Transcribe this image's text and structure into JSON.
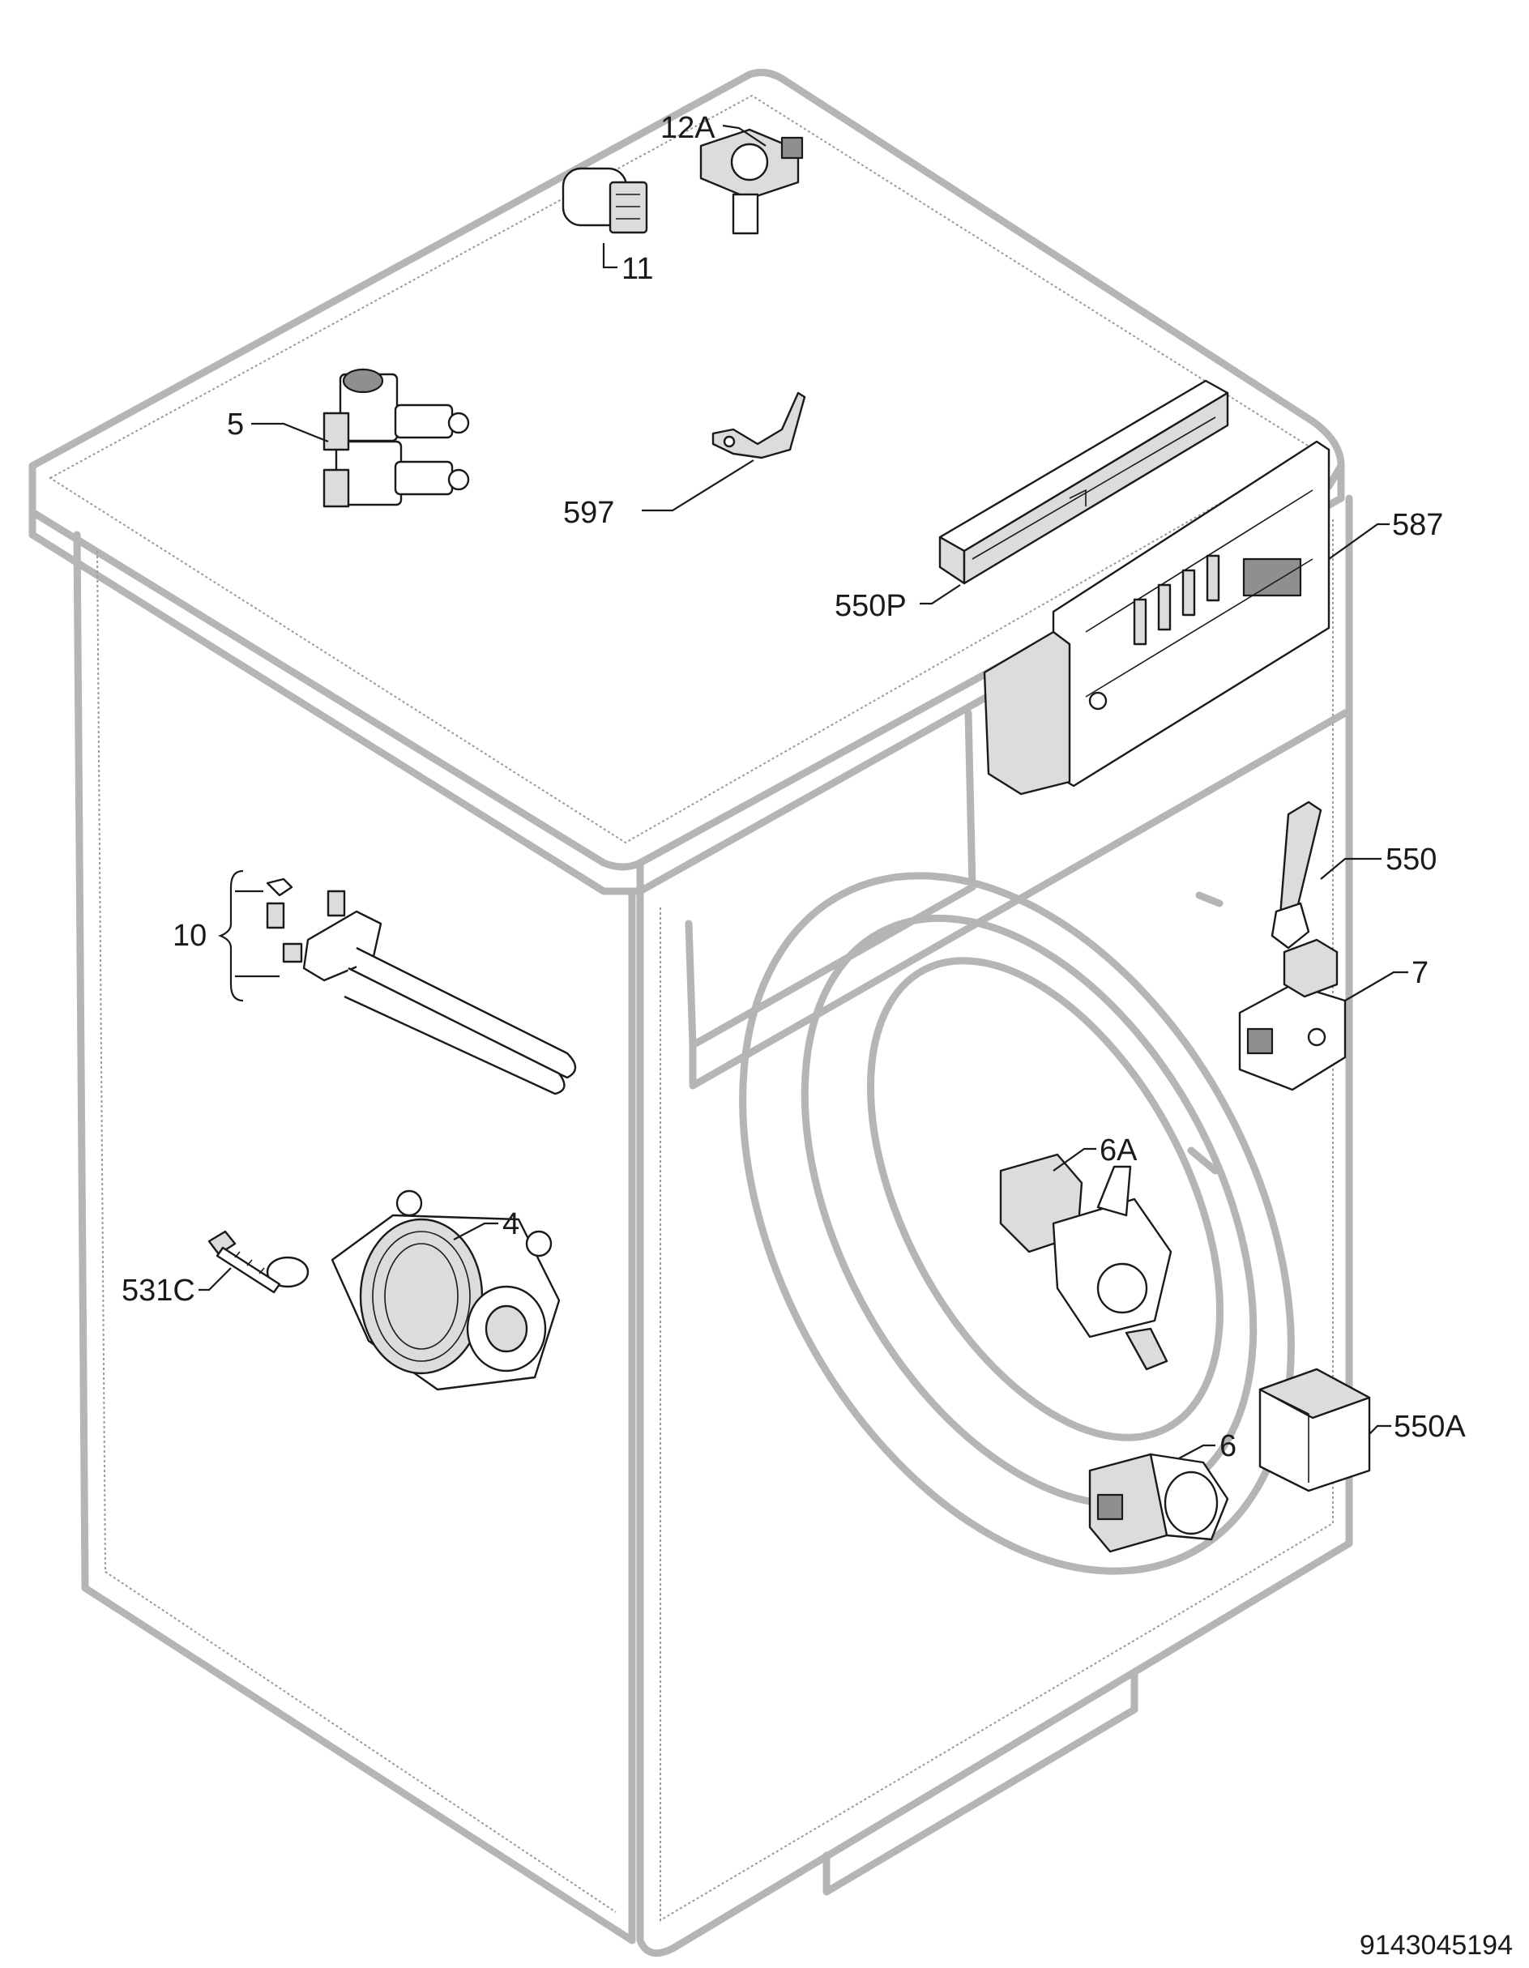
{
  "diagram": {
    "labels": {
      "l12A": "12A",
      "l11": "11",
      "l5": "5",
      "l597": "597",
      "l587": "587",
      "l550P": "550P",
      "l550": "550",
      "l7": "7",
      "l10": "10",
      "l6A": "6A",
      "l4": "4",
      "l531C": "531C",
      "l550A": "550A",
      "l6": "6"
    },
    "document_number": "9143045194"
  }
}
